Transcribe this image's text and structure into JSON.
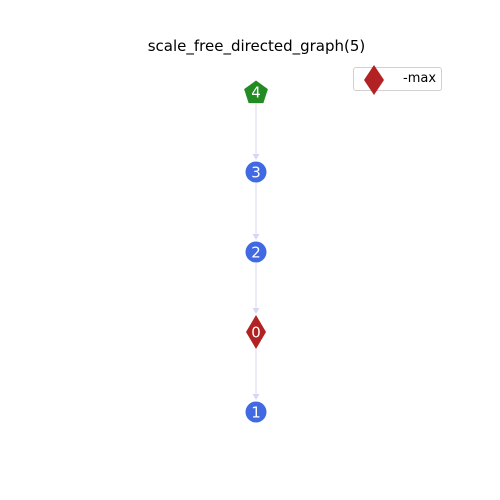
{
  "title": "scale_free_directed_graph(5)",
  "colors": {
    "node_default": "#4169e1",
    "node_source": "#228b22",
    "node_max": "#b22222",
    "edge": "#d8d8f0",
    "legend_border": "#d0d0d0"
  },
  "legend": {
    "label": "-max",
    "marker": "diamond-icon",
    "color": "#b22222"
  },
  "nodes": [
    {
      "id": "4",
      "label": "4",
      "shape": "pentagon",
      "role": "source"
    },
    {
      "id": "3",
      "label": "3",
      "shape": "circle",
      "role": "default"
    },
    {
      "id": "2",
      "label": "2",
      "shape": "circle",
      "role": "default"
    },
    {
      "id": "0",
      "label": "0",
      "shape": "diamond",
      "role": "max"
    },
    {
      "id": "1",
      "label": "1",
      "shape": "circle",
      "role": "default"
    }
  ],
  "edges": [
    {
      "from": "4",
      "to": "3"
    },
    {
      "from": "3",
      "to": "2"
    },
    {
      "from": "2",
      "to": "0"
    },
    {
      "from": "0",
      "to": "1"
    }
  ]
}
